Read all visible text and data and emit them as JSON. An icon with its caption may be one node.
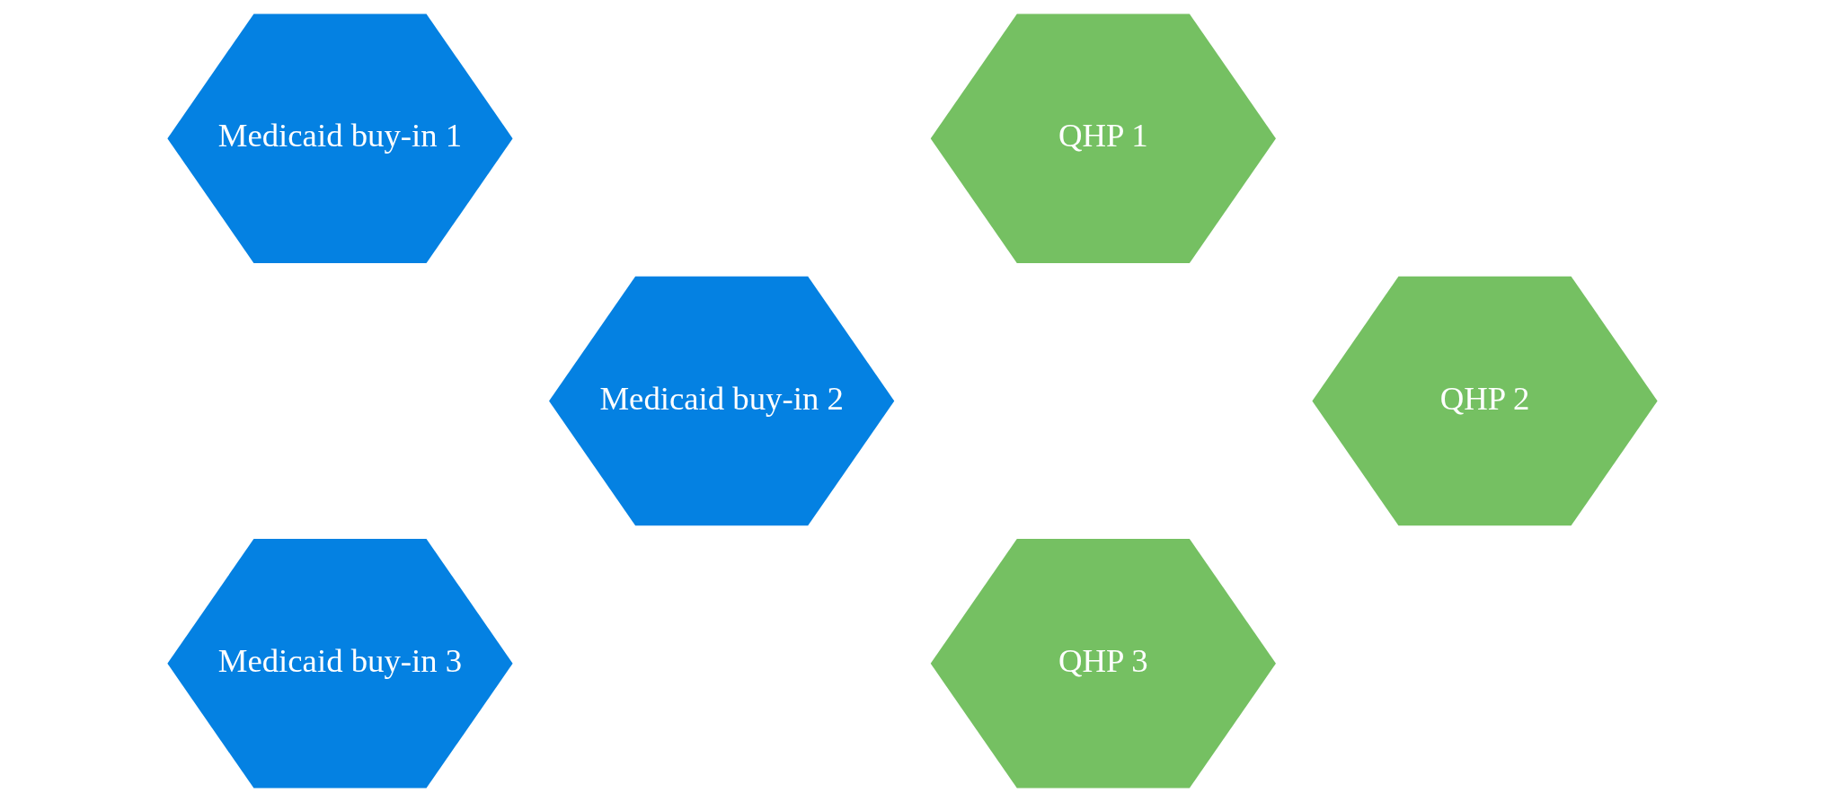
{
  "diagram": {
    "nodes": [
      {
        "text": [
          "Medicaid buy-in 1"
        ]
      },
      {
        "text": [
          "Medicaid buy-in 2"
        ]
      },
      {
        "text": [
          "Medicaid buy-in 3"
        ]
      },
      {
        "text": [
          "QHP 1"
        ]
      },
      {
        "text": [
          "QHP 2"
        ]
      },
      {
        "text": [
          "QHP 3"
        ]
      }
    ],
    "edges": []
  }
}
